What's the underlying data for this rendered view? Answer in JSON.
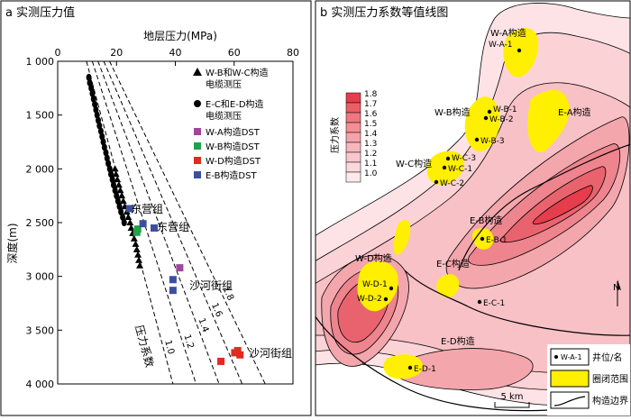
{
  "panel_a": {
    "title": "a 实测压力值"
  },
  "panel_b": {
    "title": "b 实测压力系数等值线图",
    "colorbar": {
      "label": "压力系数",
      "ticks": [
        "1.8",
        "1.7",
        "1.6",
        "1.5",
        "1.4",
        "1.3",
        "1.2",
        "1.1",
        "1.0"
      ],
      "colors": [
        "#e53d4b",
        "#ec5d68",
        "#ef7780",
        "#f38e96",
        "#f5a3aa",
        "#f7b6bc",
        "#f9c8cc",
        "#fbd8db",
        "#fde8ea"
      ]
    },
    "structure_labels": [
      "W-A构造",
      "W-B构造",
      "W-C构造",
      "E-A构造",
      "E-B构造",
      "E-C构造",
      "W-D构造",
      "E-D构造"
    ],
    "wells": [
      {
        "name": "W-A-1"
      },
      {
        "name": "W-B-1"
      },
      {
        "name": "W-B-2"
      },
      {
        "name": "W-B-3"
      },
      {
        "name": "W-C-3"
      },
      {
        "name": "W-C-1"
      },
      {
        "name": "W-C-2"
      },
      {
        "name": "E-B-1"
      },
      {
        "name": "W-D-1"
      },
      {
        "name": "W-D-2"
      },
      {
        "name": "E-C-1"
      },
      {
        "name": "E-D-1"
      }
    ],
    "legend": [
      {
        "symbol": "W-A-1",
        "label": "井位/名"
      },
      {
        "label": "圈闭范围"
      },
      {
        "label": "构造边界"
      }
    ],
    "scale_bar": "5 km",
    "north": "N",
    "colors": {
      "trap": "#ffef00",
      "boundary": "#000000"
    }
  },
  "chart_data": [
    {
      "type": "scatter",
      "title": "a 实测压力值",
      "xlabel": "地层压力(MPa)",
      "ylabel": "深度(m)",
      "xlim": [
        0,
        80
      ],
      "ylim": [
        1000,
        4000
      ],
      "y_inverted": true,
      "xticks": [
        "0",
        "20",
        "40",
        "60",
        "80"
      ],
      "yticks": [
        "1 000",
        "1 500",
        "2 000",
        "2 500",
        "3 000",
        "3 500",
        "4 000"
      ],
      "reference_lines": {
        "label": "压力系数",
        "coefficients": [
          1.0,
          1.2,
          1.4,
          1.6,
          1.8
        ],
        "labels": [
          "1.0",
          "1.2",
          "1.4",
          "1.6",
          "1.8"
        ]
      },
      "annotations": [
        "东营组",
        "东营组",
        "沙河街组",
        "沙河街组"
      ],
      "series": [
        {
          "name": "W-B和W-C构造电缆测压",
          "marker": "triangle",
          "color": "#000000",
          "points": [
            [
              19.5,
              2000
            ],
            [
              19.8,
              2050
            ],
            [
              20.3,
              2100
            ],
            [
              20.8,
              2150
            ],
            [
              21.3,
              2200
            ],
            [
              21.8,
              2250
            ],
            [
              22.3,
              2300
            ],
            [
              22.8,
              2350
            ],
            [
              23.5,
              2400
            ],
            [
              24.0,
              2450
            ],
            [
              24.6,
              2500
            ],
            [
              25.0,
              2550
            ],
            [
              25.5,
              2600
            ],
            [
              26.0,
              2650
            ],
            [
              26.5,
              2700
            ],
            [
              26.9,
              2750
            ],
            [
              27.3,
              2800
            ],
            [
              27.6,
              2850
            ],
            [
              27.9,
              2900
            ]
          ]
        },
        {
          "name": "E-C和E-D构造电缆测压",
          "marker": "circle",
          "color": "#000000",
          "points": [
            [
              10.6,
              1150
            ],
            [
              10.9,
              1200
            ],
            [
              11.4,
              1250
            ],
            [
              11.8,
              1300
            ],
            [
              12.2,
              1350
            ],
            [
              12.6,
              1400
            ],
            [
              13.0,
              1450
            ],
            [
              13.4,
              1500
            ],
            [
              13.8,
              1550
            ],
            [
              14.2,
              1600
            ],
            [
              14.7,
              1650
            ],
            [
              15.1,
              1700
            ],
            [
              15.5,
              1750
            ],
            [
              15.9,
              1800
            ],
            [
              16.4,
              1850
            ],
            [
              16.8,
              1900
            ],
            [
              17.2,
              1950
            ],
            [
              17.7,
              2000
            ],
            [
              18.1,
              2050
            ],
            [
              18.6,
              2100
            ],
            [
              19.0,
              2150
            ],
            [
              19.5,
              2200
            ],
            [
              20.0,
              2250
            ],
            [
              20.5,
              2300
            ],
            [
              21.0,
              2350
            ],
            [
              21.5,
              2400
            ],
            [
              22.1,
              2450
            ],
            [
              22.6,
              2500
            ]
          ]
        },
        {
          "name": "W-A构造DST",
          "marker": "square",
          "color": "#a0479a",
          "points": [
            [
              41.5,
              2920
            ]
          ]
        },
        {
          "name": "W-B构造DST",
          "marker": "square",
          "color": "#1fa24a",
          "points": [
            [
              27.2,
              2560
            ],
            [
              26.9,
              2590
            ]
          ]
        },
        {
          "name": "W-D构造DST",
          "marker": "square",
          "color": "#e02b20",
          "points": [
            [
              55.5,
              3790
            ],
            [
              60.2,
              3710
            ],
            [
              61.2,
              3690
            ],
            [
              62.0,
              3730
            ]
          ]
        },
        {
          "name": "E-B构造DST",
          "marker": "square",
          "color": "#3c4f9f",
          "points": [
            [
              24.5,
              2370
            ],
            [
              29.0,
              2510
            ],
            [
              32.8,
              2550
            ],
            [
              39.2,
              3030
            ],
            [
              39.2,
              3130
            ]
          ]
        }
      ]
    }
  ]
}
